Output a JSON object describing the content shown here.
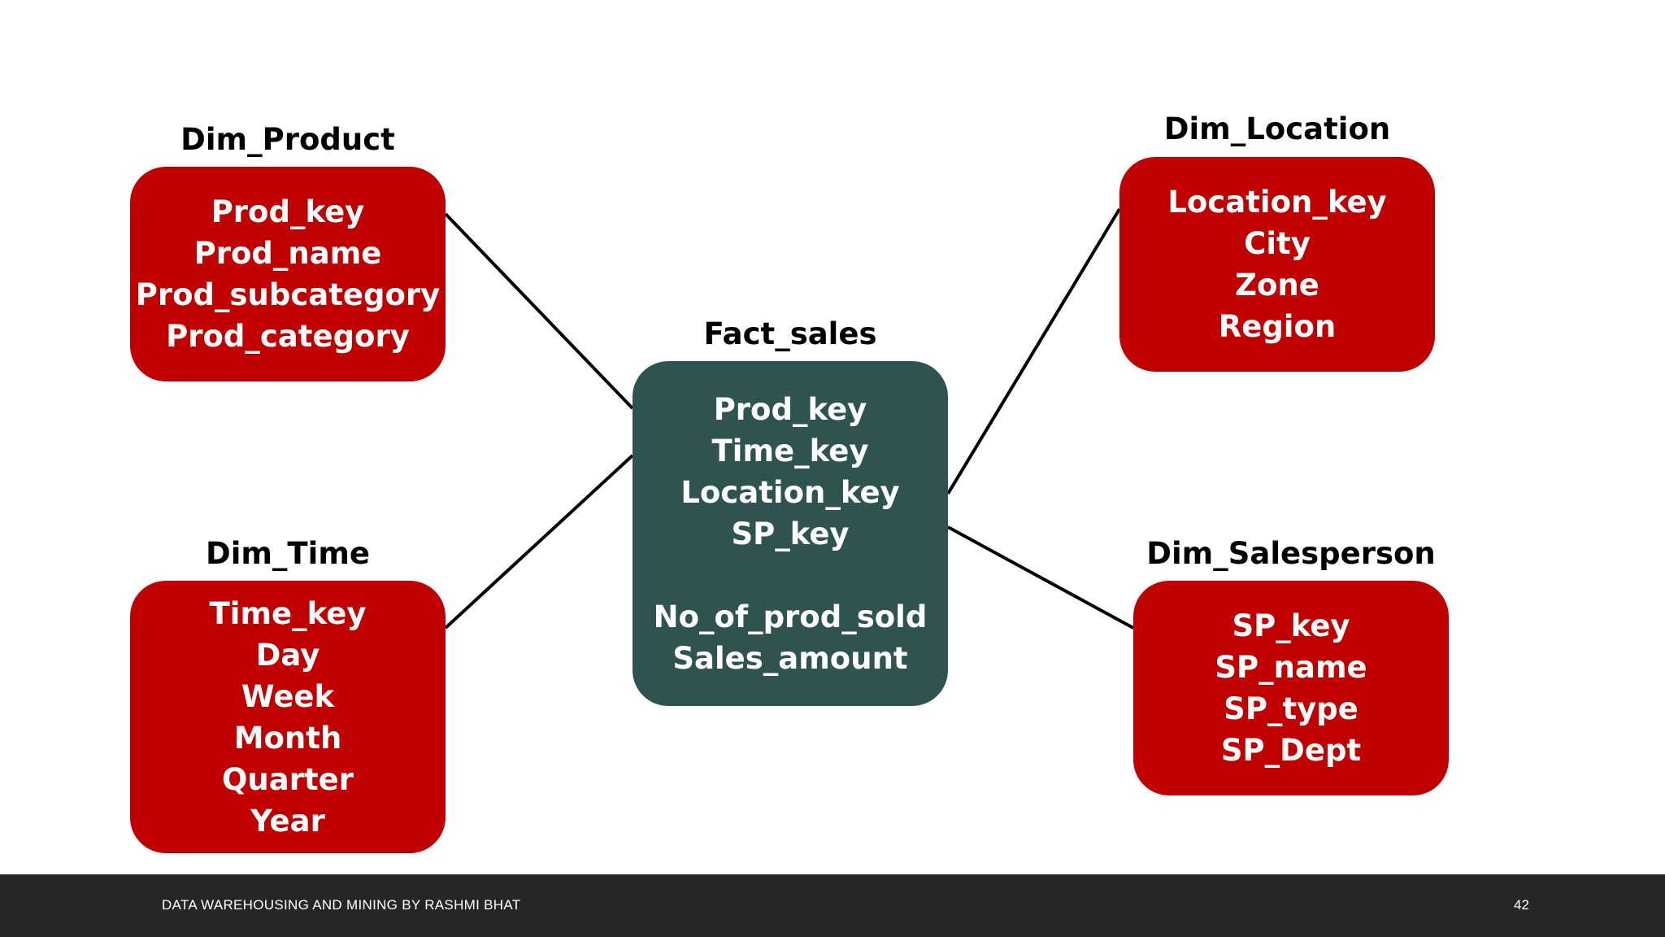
{
  "fact": {
    "title": "Fact_sales",
    "keys": [
      "Prod_key",
      "Time_key",
      "Location_key",
      "SP_key"
    ],
    "measures": [
      "No_of_prod_sold",
      "Sales_amount"
    ]
  },
  "dimensions": {
    "product": {
      "title": "Dim_Product",
      "fields": [
        "Prod_key",
        "Prod_name",
        "Prod_subcategory",
        "Prod_category"
      ]
    },
    "time": {
      "title": "Dim_Time",
      "fields": [
        "Time_key",
        "Day",
        "Week",
        "Month",
        "Quarter",
        "Year"
      ]
    },
    "location": {
      "title": "Dim_Location",
      "fields": [
        "Location_key",
        "City",
        "Zone",
        "Region"
      ]
    },
    "salesperson": {
      "title": "Dim_Salesperson",
      "fields": [
        "SP_key",
        "SP_name",
        "SP_type",
        "SP_Dept"
      ]
    }
  },
  "footer": {
    "text": "DATA WAREHOUSING AND MINING BY RASHMI BHAT",
    "page_number": "42"
  },
  "colors": {
    "dimension_fill": "#c00000",
    "fact_fill": "#2f5450",
    "footer_bar": "#262626",
    "connector": "#000000"
  }
}
